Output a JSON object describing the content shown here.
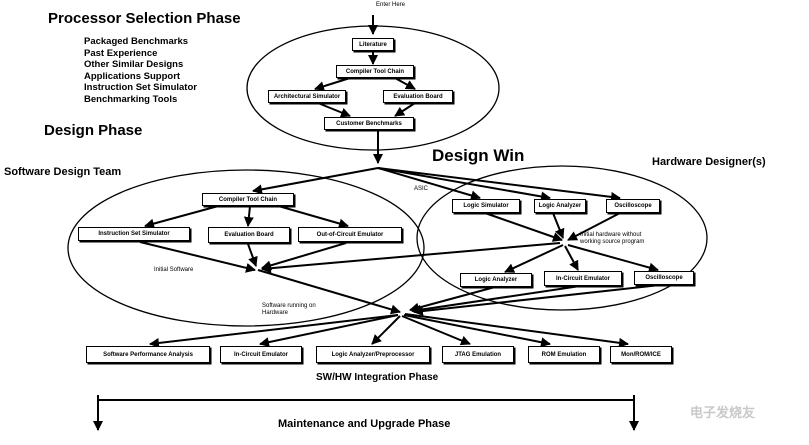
{
  "labels": {
    "enter_here": "Enter Here",
    "processor_phase": "Processor Selection Phase",
    "criteria": [
      "Packaged Benchmarks",
      "Past Experience",
      "Other Similar Designs",
      "Applications Support",
      "Instruction Set Simulator",
      "Benchmarking Tools"
    ],
    "design_phase": "Design Phase",
    "design_win": "Design Win",
    "software_team": "Software Design Team",
    "hardware_team": "Hardware Designer(s)",
    "asic": "ASIC",
    "initial_software": "Initial Software",
    "initial_hardware": [
      "Initial hardware without",
      "working source program"
    ],
    "software_running": [
      "Software running on",
      "Hardware"
    ],
    "integration_phase": "SW/HW Integration Phase",
    "maintenance_phase": "Maintenance and Upgrade Phase",
    "watermark": "电子发烧友"
  },
  "boxes": {
    "literature": "Literature",
    "compiler_tool_chain_top": "Compiler Tool Chain",
    "architectural_simulator": "Architectural Simulator",
    "evaluation_board_top": "Evaluation Board",
    "customer_benchmarks": "Customer Benchmarks",
    "compiler_tool_chain_sw": "Compiler Tool Chain",
    "instruction_set_simulator": "Instruction Set Simulator",
    "evaluation_board_sw": "Evaluation Board",
    "outof_circuit_emulator": "Out-of-Circuit Emulator",
    "logic_simulator": "Logic Simulator",
    "logic_analyzer_top": "Logic Analyzer",
    "oscilloscope_top": "Oscilloscope",
    "logic_analyzer_mid": "Logic Analyzer",
    "incircuit_emulator_mid": "In-Circuit Emulator",
    "oscilloscope_mid": "Oscilloscope",
    "software_performance_analysis": "Software Performance Analysis",
    "incircuit_emulator_bottom": "In-Circuit Emulator",
    "logic_analyzer_preprocessor": "Logic Analyzer/Preprocessor",
    "jtag_emulation": "JTAG Emulation",
    "rom_emulation": "ROM Emulation",
    "monitor": "Mon/ROM/ICE"
  }
}
